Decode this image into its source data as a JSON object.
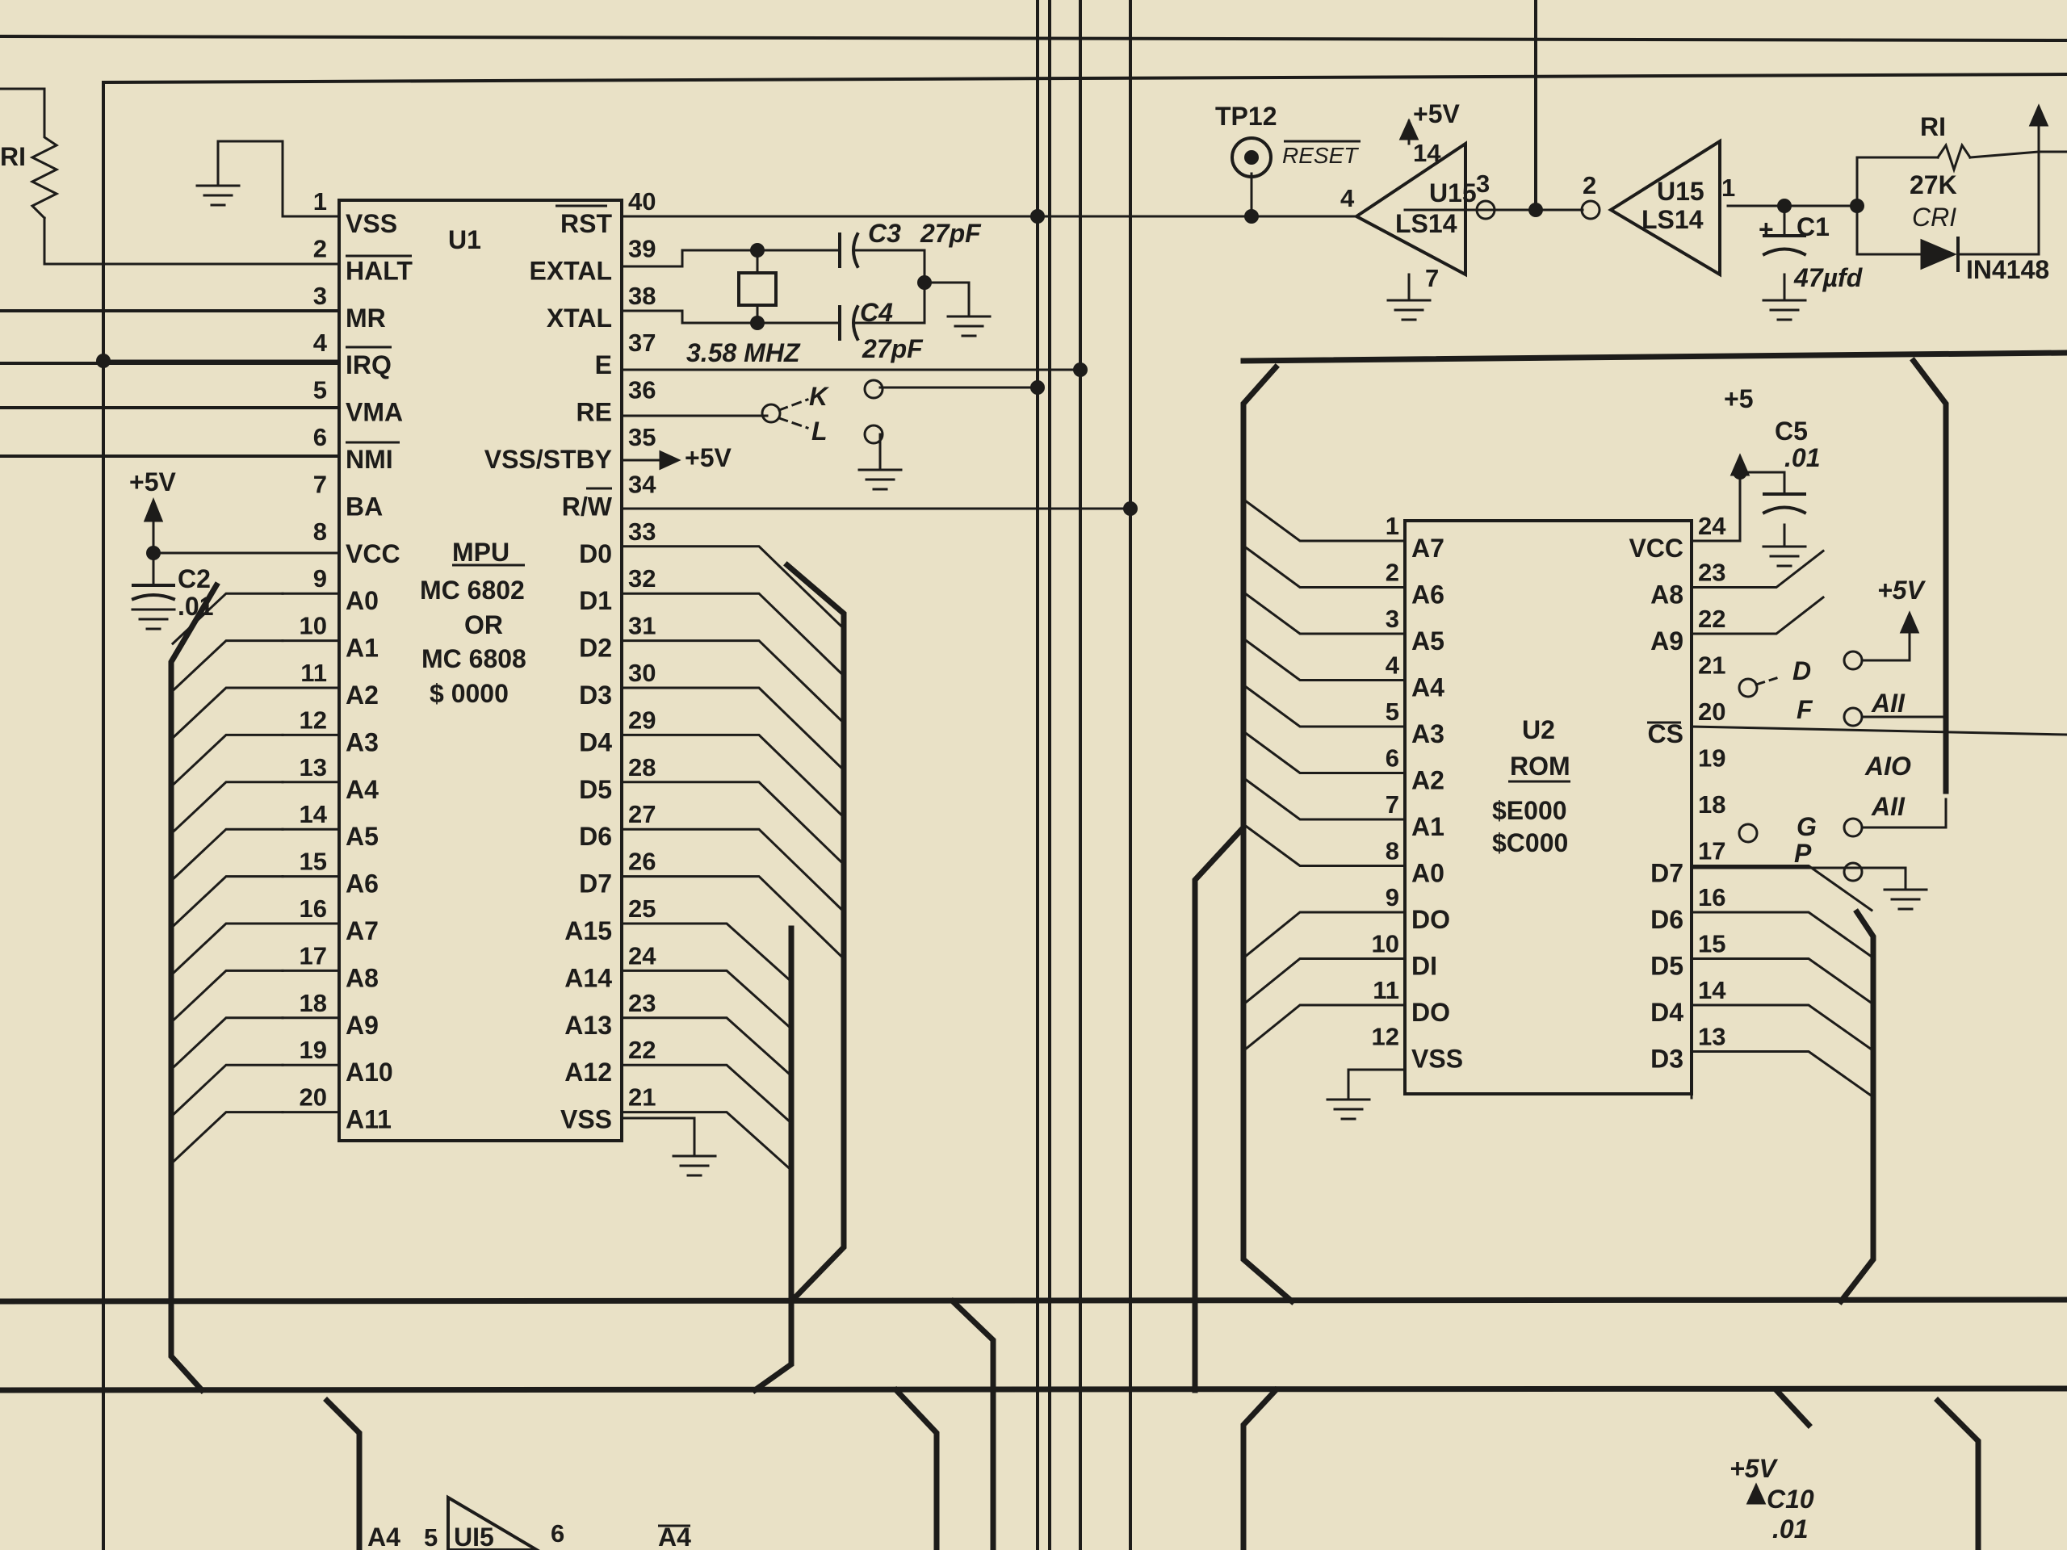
{
  "mpu": {
    "ref": "U1",
    "name": "MPU",
    "model_a": "MC 6802",
    "or": "OR",
    "model_b": "MC 6808",
    "addr": "$ 0000",
    "left_pins": [
      {
        "n": "1",
        "s": "VSS"
      },
      {
        "n": "2",
        "s": "HALT"
      },
      {
        "n": "3",
        "s": "MR"
      },
      {
        "n": "4",
        "s": "IRQ"
      },
      {
        "n": "5",
        "s": "VMA"
      },
      {
        "n": "6",
        "s": "NMI"
      },
      {
        "n": "7",
        "s": "BA"
      },
      {
        "n": "8",
        "s": "VCC"
      },
      {
        "n": "9",
        "s": "A0"
      },
      {
        "n": "10",
        "s": "A1"
      },
      {
        "n": "11",
        "s": "A2"
      },
      {
        "n": "12",
        "s": "A3"
      },
      {
        "n": "13",
        "s": "A4"
      },
      {
        "n": "14",
        "s": "A5"
      },
      {
        "n": "15",
        "s": "A6"
      },
      {
        "n": "16",
        "s": "A7"
      },
      {
        "n": "17",
        "s": "A8"
      },
      {
        "n": "18",
        "s": "A9"
      },
      {
        "n": "19",
        "s": "A10"
      },
      {
        "n": "20",
        "s": "A11"
      }
    ],
    "right_pins": [
      {
        "n": "40",
        "s": "RST"
      },
      {
        "n": "39",
        "s": "EXTAL"
      },
      {
        "n": "38",
        "s": "XTAL"
      },
      {
        "n": "37",
        "s": "E"
      },
      {
        "n": "36",
        "s": "RE"
      },
      {
        "n": "35",
        "s": "VSS/STBY"
      },
      {
        "n": "34",
        "s": "R/W"
      },
      {
        "n": "33",
        "s": "D0"
      },
      {
        "n": "32",
        "s": "D1"
      },
      {
        "n": "31",
        "s": "D2"
      },
      {
        "n": "30",
        "s": "D3"
      },
      {
        "n": "29",
        "s": "D4"
      },
      {
        "n": "28",
        "s": "D5"
      },
      {
        "n": "27",
        "s": "D6"
      },
      {
        "n": "26",
        "s": "D7"
      },
      {
        "n": "25",
        "s": "A15"
      },
      {
        "n": "24",
        "s": "A14"
      },
      {
        "n": "23",
        "s": "A13"
      },
      {
        "n": "22",
        "s": "A12"
      },
      {
        "n": "21",
        "s": "VSS"
      }
    ]
  },
  "rom": {
    "ref": "U2",
    "name": "ROM",
    "addr_a": "$E000",
    "addr_b": "$C000",
    "left_pins": [
      {
        "n": "1",
        "s": "A7"
      },
      {
        "n": "2",
        "s": "A6"
      },
      {
        "n": "3",
        "s": "A5"
      },
      {
        "n": "4",
        "s": "A4"
      },
      {
        "n": "5",
        "s": "A3"
      },
      {
        "n": "6",
        "s": "A2"
      },
      {
        "n": "7",
        "s": "A1"
      },
      {
        "n": "8",
        "s": "A0"
      },
      {
        "n": "9",
        "s": "DO"
      },
      {
        "n": "10",
        "s": "DI"
      },
      {
        "n": "11",
        "s": "DO"
      },
      {
        "n": "12",
        "s": "VSS"
      }
    ],
    "right_pins": [
      {
        "n": "24",
        "s": "VCC"
      },
      {
        "n": "23",
        "s": "A8"
      },
      {
        "n": "22",
        "s": "A9"
      },
      {
        "n": "21",
        "s": ""
      },
      {
        "n": "20",
        "s": "CS"
      },
      {
        "n": "19",
        "s": ""
      },
      {
        "n": "18",
        "s": ""
      },
      {
        "n": "17",
        "s": "D7"
      },
      {
        "n": "16",
        "s": "D6"
      },
      {
        "n": "15",
        "s": "D5"
      },
      {
        "n": "14",
        "s": "D4"
      },
      {
        "n": "13",
        "s": "D3"
      }
    ]
  },
  "labels": {
    "r1": "RI",
    "plus5v": "+5V",
    "plus5": "+5",
    "c2": "C2",
    "c2_val": ".01",
    "c3": "C3",
    "c3_val": "27pF",
    "c4": "C4",
    "c4_val": "27pF",
    "crystal": "3.58 MHZ",
    "tp12": "TP12",
    "reset": "RESET",
    "u15": "U15",
    "ls14": "LS14",
    "gate1_in": "4",
    "gate1_out": "3",
    "gate1_vcc": "14",
    "gate1_gnd": "7",
    "gate2_in": "2",
    "gate2_out": "1",
    "c1": "C1",
    "c1_val": "47µfd",
    "c1_pol": "+",
    "r1b": "RI",
    "r1b_val": "27K",
    "cr1": "CRI",
    "diode": "IN4148",
    "c5": "C5",
    "c5_val": ".01",
    "jk": "K",
    "jl": "L",
    "jd": "D",
    "jf": "F",
    "jg": "G",
    "jp": "P",
    "a11": "AII",
    "a10": "AIO",
    "a11b": "AII",
    "stby_supply": "+5V",
    "u15b": "UI5",
    "pin5": "5",
    "pin6": "6",
    "a4": "A4",
    "a4bar": "A4",
    "plus5v_b": "+5V",
    "c10": "C10",
    "c10_val": ".01"
  }
}
